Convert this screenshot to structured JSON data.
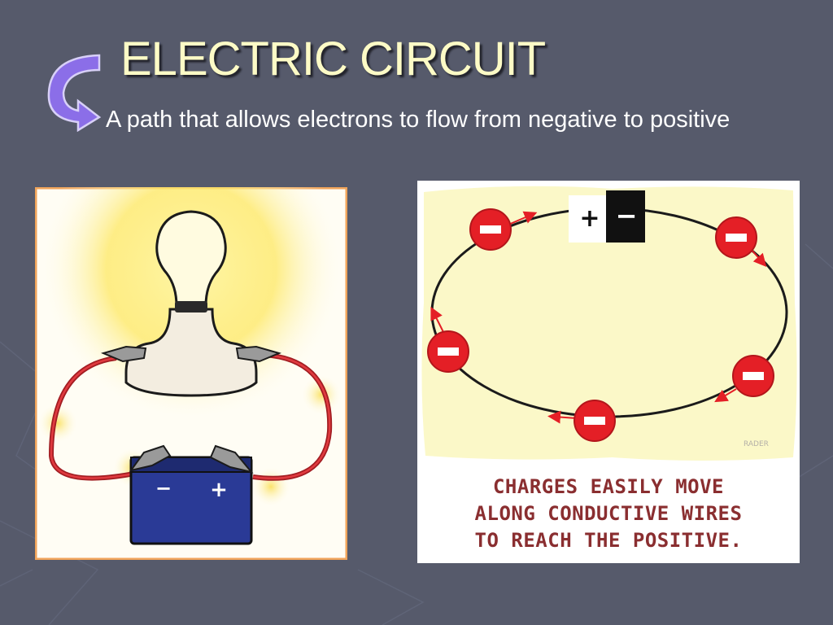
{
  "slide": {
    "title": "ELECTRIC CIRCUIT",
    "subtitle": "A path that allows electrons to flow from negative to positive",
    "background": "#565a6b",
    "title_color": "#fdfbc6",
    "arrow_icon": "curved-arrow-icon",
    "arrow_color": "#8b6ee8"
  },
  "bulb_circuit": {
    "battery_negative": "−",
    "battery_positive": "+",
    "battery_color": "#2a3a96",
    "wire_color": "#c6262c"
  },
  "charge_diagram": {
    "battery_positive": "+",
    "battery_negative": "−",
    "charge_symbol": "−",
    "charge_count": 5,
    "charge_color": "#e41f26",
    "caption_lines": [
      "CHARGES EASILY MOVE",
      "ALONG CONDUCTIVE WIRES",
      "TO REACH THE POSITIVE."
    ],
    "credit": "RADER",
    "caption_color": "#8a2e30"
  }
}
